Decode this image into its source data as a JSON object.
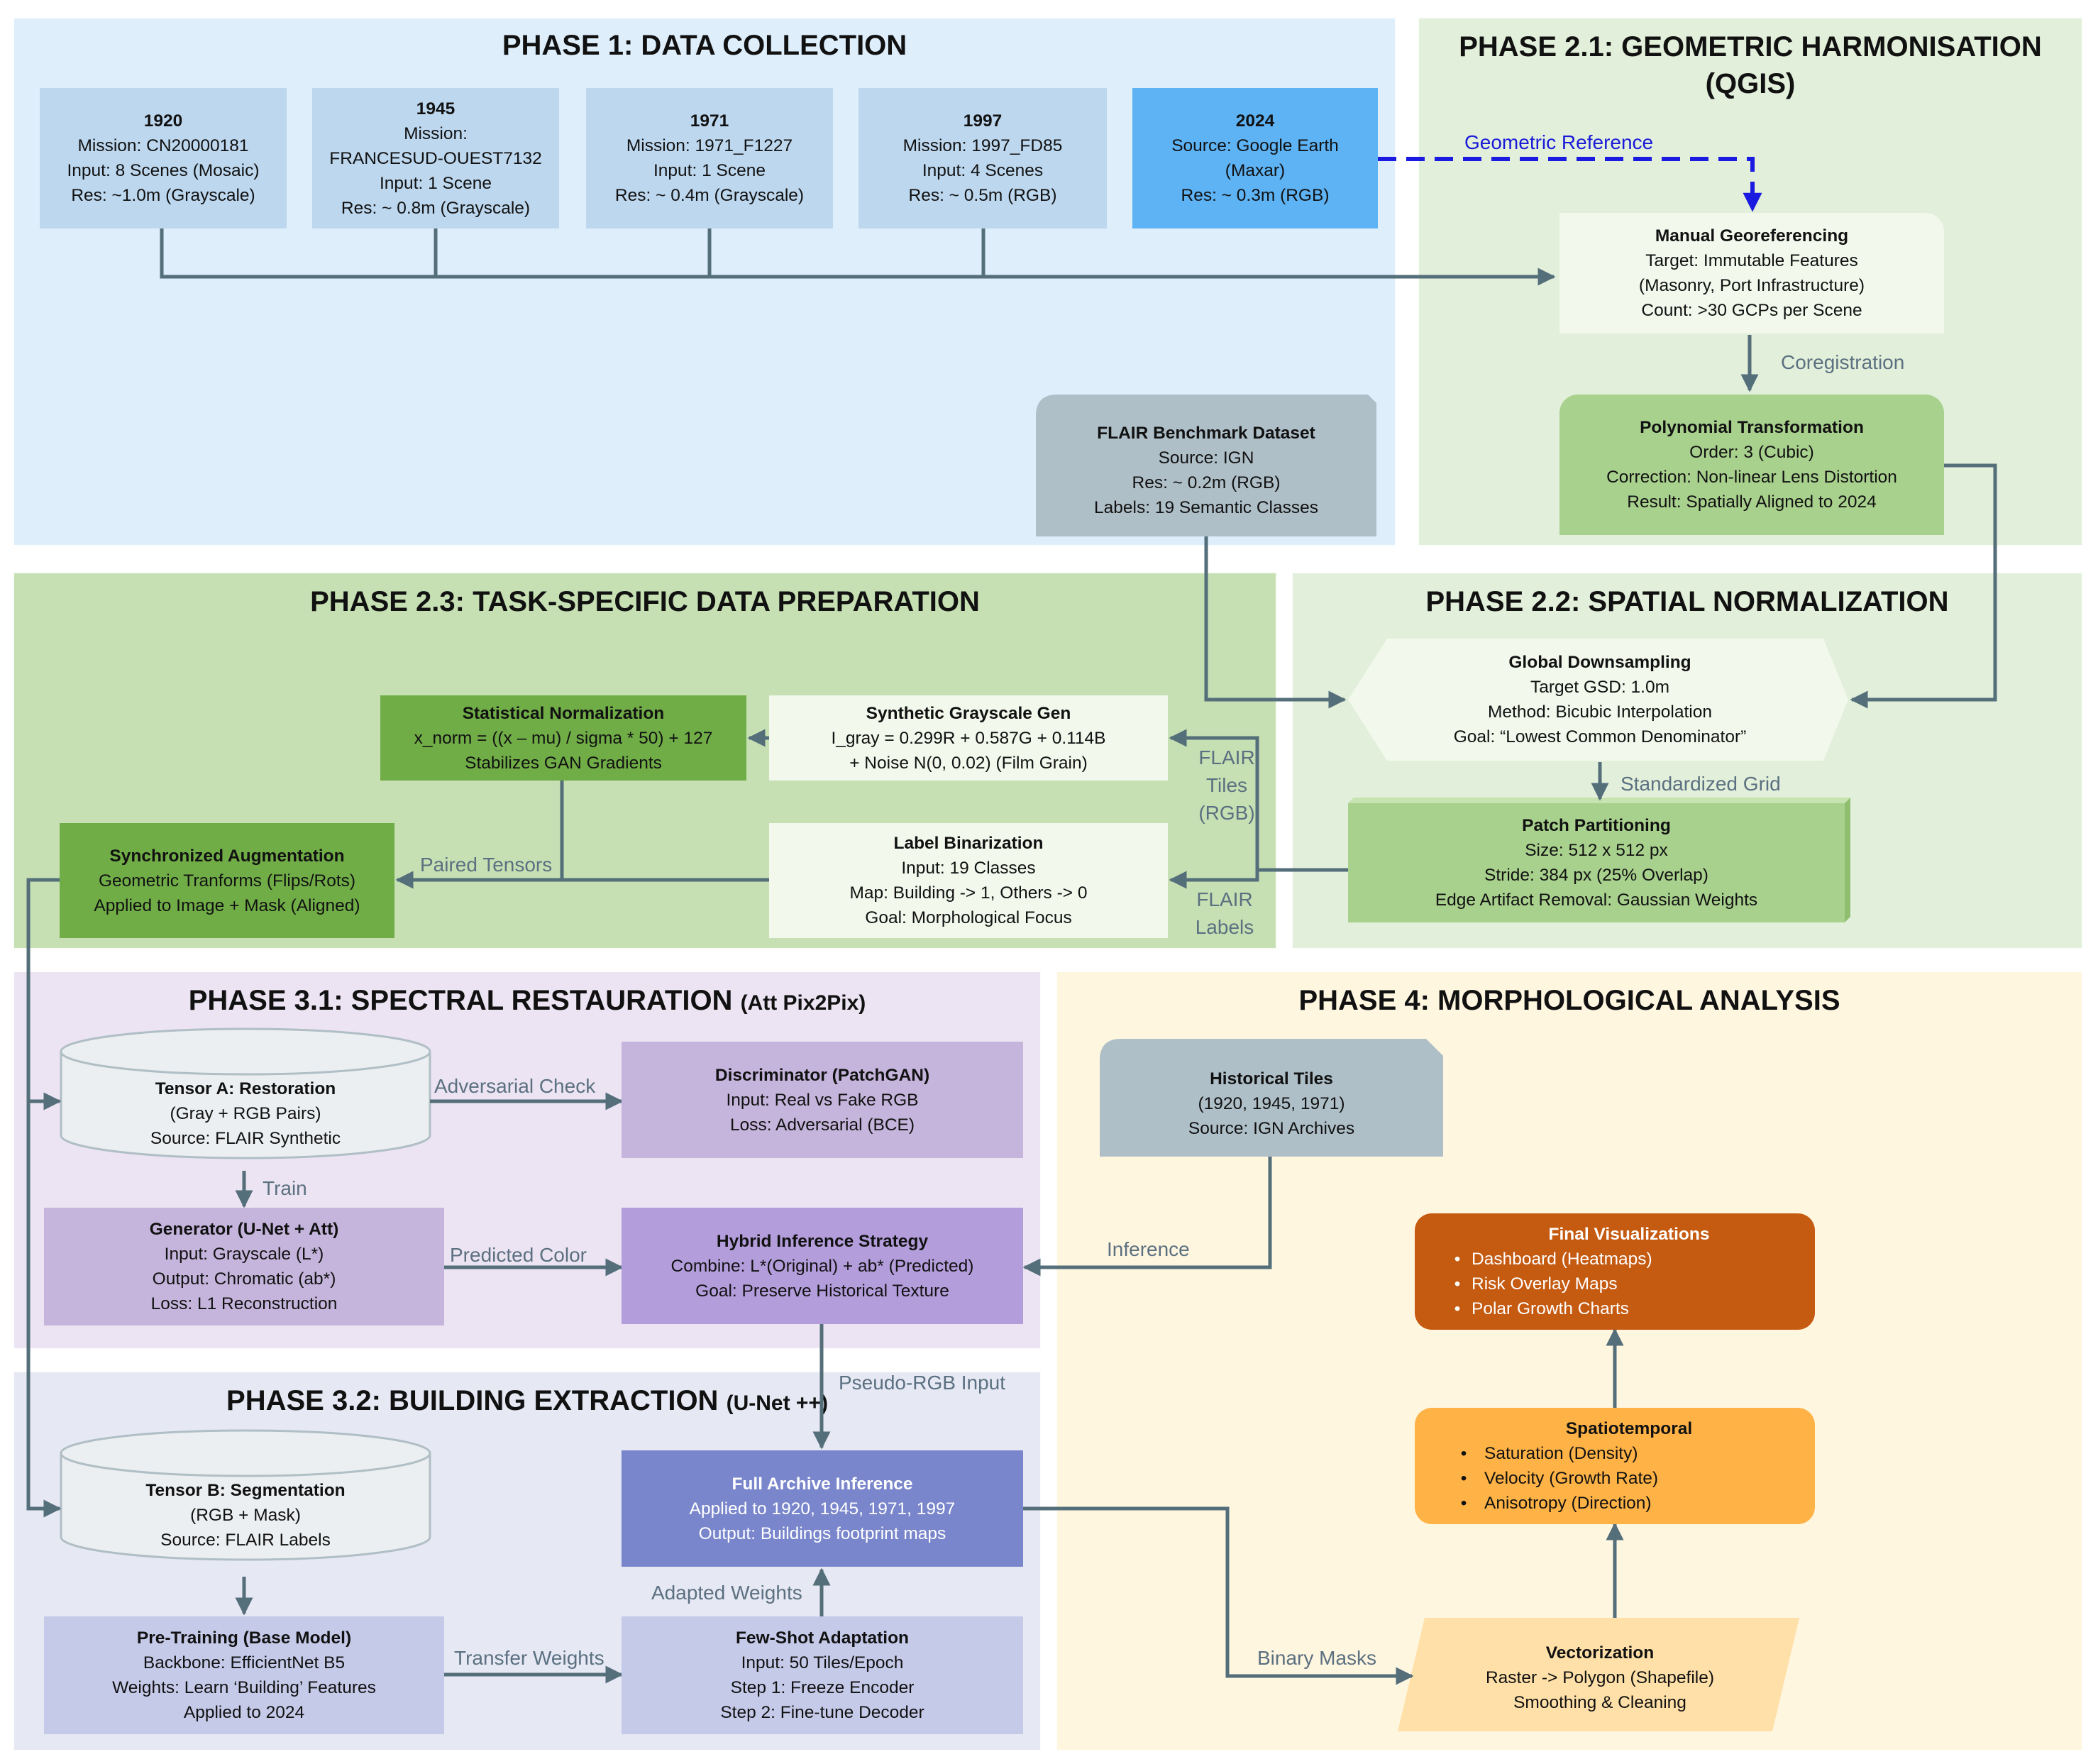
{
  "phases": {
    "p1": "PHASE 1: DATA COLLECTION",
    "p21": "PHASE 2.1: GEOMETRIC HARMONISATION",
    "p21b": "(QGIS)",
    "p23": "PHASE 2.3: TASK-SPECIFIC DATA PREPARATION",
    "p22": "PHASE 2.2: SPATIAL NORMALIZATION",
    "p31": "PHASE 3.1: SPECTRAL RESTAURATION",
    "p31s": "(Att Pix2Pix)",
    "p4": "PHASE 4: MORPHOLOGICAL ANALYSIS",
    "p32": "PHASE 3.2: BUILDING EXTRACTION",
    "p32s": "(U-Net ++)"
  },
  "boxes": {
    "y1920": [
      "1920",
      "Mission: CN20000181",
      "Input: 8 Scenes (Mosaic)",
      "Res: ~1.0m (Grayscale)"
    ],
    "y1945": [
      "1945",
      "Mission:",
      "FRANCESUD-OUEST7132",
      "Input: 1 Scene",
      "Res: ~ 0.8m (Grayscale)"
    ],
    "y1971": [
      "1971",
      "Mission: 1971_F1227",
      "Input: 1 Scene",
      "Res: ~ 0.4m (Grayscale)"
    ],
    "y1997": [
      "1997",
      "Mission: 1997_FD85",
      "Input: 4 Scenes",
      "Res: ~ 0.5m (RGB)"
    ],
    "y2024": [
      "2024",
      "Source: Google Earth",
      "(Maxar)",
      "Res: ~ 0.3m (RGB)"
    ],
    "georef": [
      "Manual Georeferencing",
      "Target: Immutable Features",
      "(Masonry, Port Infrastructure)",
      "Count: >30 GCPs per Scene"
    ],
    "poly": [
      "Polynomial Transformation",
      "Order: 3 (Cubic)",
      "Correction: Non-linear Lens Distortion",
      "Result: Spatially Aligned to 2024"
    ],
    "flair": [
      "FLAIR Benchmark Dataset",
      "Source: IGN",
      "Res: ~ 0.2m (RGB)",
      "Labels: 19 Semantic Classes"
    ],
    "downsample": [
      "Global Downsampling",
      "Target GSD: 1.0m",
      "Method: Bicubic Interpolation",
      "Goal: “Lowest Common Denominator”"
    ],
    "patch": [
      "Patch Partitioning",
      "Size: 512 x 512 px",
      "Stride: 384 px (25% Overlap)",
      "Edge Artifact Removal: Gaussian Weights"
    ],
    "statnorm": [
      "Statistical Normalization",
      "x_norm = ((x – mu) / sigma * 50) + 127",
      "Stabilizes GAN Gradients"
    ],
    "synth": [
      "Synthetic Grayscale Gen",
      "I_gray = 0.299R + 0.587G + 0.114B",
      "+ Noise N(0, 0.02) (Film Grain)"
    ],
    "labelbin": [
      "Label Binarization",
      "Input: 19 Classes",
      "Map: Building -> 1, Others -> 0",
      "Goal: Morphological Focus"
    ],
    "syncaug": [
      "Synchronized Augmentation",
      "Geometric Tranforms (Flips/Rots)",
      "Applied to Image + Mask (Aligned)"
    ],
    "tensorA": [
      "Tensor A: Restoration",
      "(Gray + RGB Pairs)",
      "Source: FLAIR Synthetic"
    ],
    "disc": [
      "Discriminator (PatchGAN)",
      "Input: Real vs Fake RGB",
      "Loss: Adversarial (BCE)"
    ],
    "gen": [
      "Generator (U-Net + Att)",
      "Input: Grayscale (L*)",
      "Output: Chromatic (ab*)",
      "Loss: L1 Reconstruction"
    ],
    "hybrid": [
      "Hybrid Inference Strategy",
      "Combine: L*(Original) + ab* (Predicted)",
      "Goal: Preserve Historical Texture"
    ],
    "histtiles": [
      "Historical Tiles",
      "(1920, 1945, 1971)",
      "Source: IGN Archives"
    ],
    "finalvis": {
      "title": "Final Visualizations",
      "items": [
        "Dashboard (Heatmaps)",
        "Risk Overlay Maps",
        "Polar Growth Charts"
      ]
    },
    "spatio": {
      "title": "Spatiotemporal",
      "items": [
        "Saturation (Density)",
        "Velocity (Growth Rate)",
        "Anisotropy (Direction)"
      ]
    },
    "tensorB": [
      "Tensor B: Segmentation",
      "(RGB + Mask)",
      "Source: FLAIR Labels"
    ],
    "fullarch": [
      "Full Archive Inference",
      "Applied to 1920, 1945, 1971, 1997",
      "Output: Buildings footprint maps"
    ],
    "pretrain": [
      "Pre-Training (Base Model)",
      "Backbone: EfficientNet B5",
      "Weights: Learn ‘Building’ Features",
      "Applied to 2024"
    ],
    "fewshot": [
      "Few-Shot Adaptation",
      "Input: 50 Tiles/Epoch",
      "Step 1: Freeze Encoder",
      "Step 2: Fine-tune Decoder"
    ],
    "vector": [
      "Vectorization",
      "Raster -> Polygon (Shapefile)",
      "Smoothing & Cleaning"
    ]
  },
  "labels": {
    "geoRef": "Geometric Reference",
    "coreg": "Coregistration",
    "stdGrid": "Standardized Grid",
    "flairTiles1": "FLAIR",
    "flairTiles2": "Tiles",
    "flairTiles3": "(RGB)",
    "flairLabels1": "FLAIR",
    "flairLabels2": "Labels",
    "paired": "Paired Tensors",
    "adv": "Adversarial Check",
    "train": "Train",
    "predColor": "Predicted Color",
    "inference": "Inference",
    "pseudo": "Pseudo-RGB Input",
    "adapted": "Adapted Weights",
    "transfer": "Transfer Weights",
    "binary": "Binary Masks"
  },
  "colors": {
    "phase1_bg": "#deeefb",
    "phase2_bg": "#e2efda",
    "phase23_bg": "#c6e0b4",
    "phase31_bg": "#ece4f2",
    "phase32_bg": "#e6e8f4",
    "phase4_bg": "#fff6e0",
    "year_box": "#bdd7ee",
    "year_2024": "#5eb3f5",
    "light_green": "#f2f8ec",
    "mid_green": "#a9d18e",
    "dark_green": "#70ad47",
    "gray": "#afbfc8",
    "purple": "#c5b5dc",
    "purple_dark": "#b39ddb",
    "indigo_light": "#c5cae9",
    "indigo": "#7986cb",
    "orange_dark": "#c55a11",
    "orange": "#ffb347",
    "peach": "#ffe0a8",
    "arrow": "#546e7a",
    "blue_arrow": "#1a1ae0"
  }
}
